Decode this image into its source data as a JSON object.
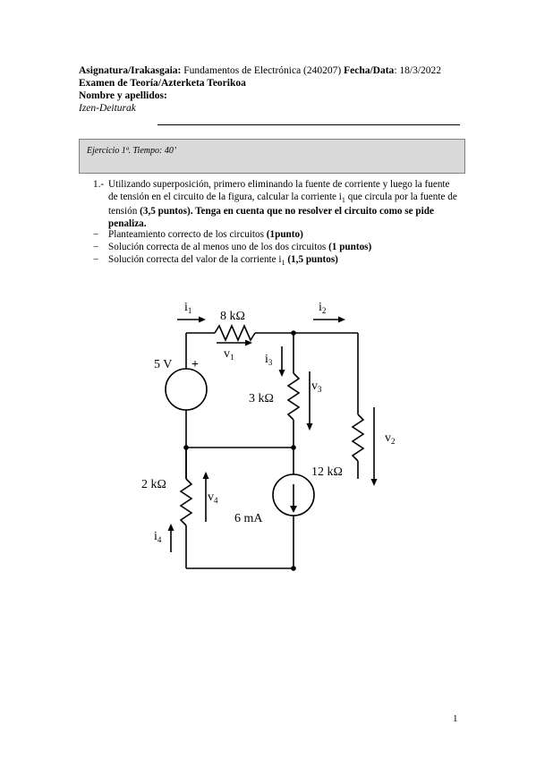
{
  "header": {
    "subject_label": "Asignatura/Irakasgaia:",
    "subject_value": " Fundamentos de Electrónica (240207) ",
    "date_label": "Fecha/Data",
    "date_value": ": 18/3/2022",
    "exam": "Examen de Teoría/Azterketa Teorikoa",
    "name_label": "Nombre y apellidos:",
    "name_label_eu": "Izen-Deiturak"
  },
  "exercise": {
    "title": "Ejercicio 1ª. Tiempo: 40’"
  },
  "question": {
    "number": "1.-",
    "text_part1": "Utilizando superposición, primero eliminando la fuente de corriente y luego la fuente de tensión en el circuito de la figura, calcular la corriente i",
    "sub": "1",
    "text_part2": " que circula por la fuente de tensión ",
    "bold1": "(3,5 puntos). Tenga en cuenta que no resolver el circuito como se pide penaliza."
  },
  "criteria": [
    {
      "dash": "−",
      "text": "Planteamiento correcto de los circuitos ",
      "bold": "(1punto)",
      "sub": "",
      "text2": ""
    },
    {
      "dash": "−",
      "text": "Solución correcta de al menos uno de los dos circuitos ",
      "bold": "(1 puntos)",
      "sub": "",
      "text2": ""
    },
    {
      "dash": "−",
      "text": "Solución correcta del valor de la corriente i",
      "sub": "1",
      "text2": " ",
      "bold": "(1,5 puntos)"
    }
  ],
  "circuit": {
    "i1": "i",
    "i1_sub": "1",
    "r1": "8 kΩ",
    "v1": "v",
    "v1_sub": "1",
    "i2": "i",
    "i2_sub": "2",
    "i3": "i",
    "i3_sub": "3",
    "v3": "v",
    "v3_sub": "3",
    "r3": "3 kΩ",
    "vs": "5 V",
    "plus": "+",
    "v2": "v",
    "v2_sub": "2",
    "r2": "12 kΩ",
    "r4": "2 kΩ",
    "v4": "v",
    "v4_sub": "4",
    "is": "6 mA",
    "i4": "i",
    "i4_sub": "4"
  },
  "page_number": "1"
}
